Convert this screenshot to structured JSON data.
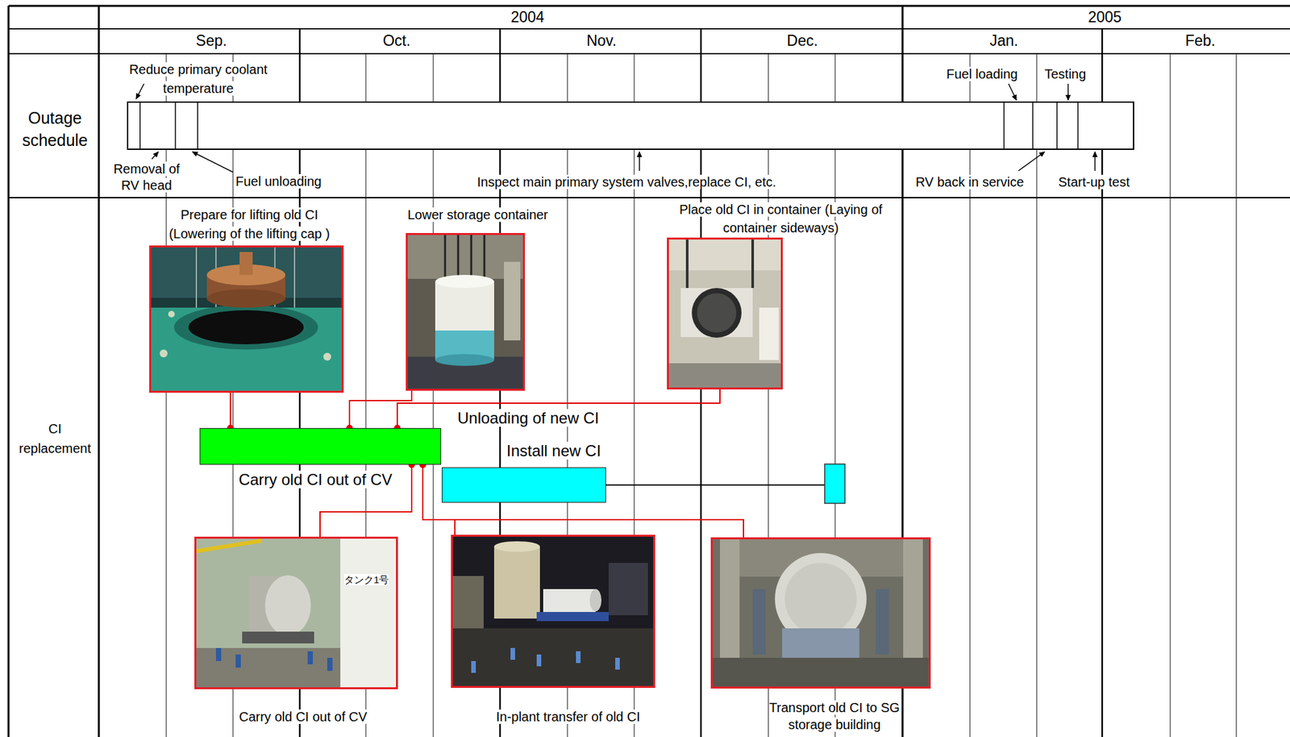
{
  "diagram": {
    "nodes": [
      {
        "text": [
          "Prepare for lifting old CI (Lowering of the lifting cap )"
        ]
      },
      {
        "text": [
          "Lower storage container"
        ]
      },
      {
        "text": [
          "Place old CI in container (Laying of container sideways)"
        ]
      },
      {
        "text": [
          "Carry old CI out of CV"
        ]
      },
      {
        "text": [
          "Unloading of new CI",
          "Install new CI"
        ]
      },
      {
        "text": [
          "Carry old CI out of CV"
        ]
      },
      {
        "text": [
          "In-plant transfer of old CI"
        ]
      },
      {
        "text": [
          "Transport old CI to SG storage building"
        ]
      }
    ],
    "edges": [
      {
        "from": 0,
        "to": 3,
        "arrow": "none"
      },
      {
        "from": 1,
        "to": 3,
        "arrow": "none"
      },
      {
        "from": 2,
        "to": 3,
        "arrow": "none"
      },
      {
        "from": 5,
        "to": 3,
        "arrow": "none"
      },
      {
        "from": 6,
        "to": 3,
        "arrow": "none"
      },
      {
        "from": 7,
        "to": 3,
        "arrow": "none"
      }
    ],
    "labels": [
      "2004",
      "2005",
      "Sep.",
      "Oct.",
      "Nov.",
      "Dec.",
      "Jan.",
      "Feb.",
      "Outage schedule",
      "CI replacement",
      "Reduce primary coolant temperature",
      "Removal of RV head",
      "Fuel unloading",
      "Inspect main primary system valves,replace CI, etc.",
      "Fuel loading",
      "Testing",
      "RV back in service",
      "Start-up test",
      "タンク1号"
    ]
  }
}
